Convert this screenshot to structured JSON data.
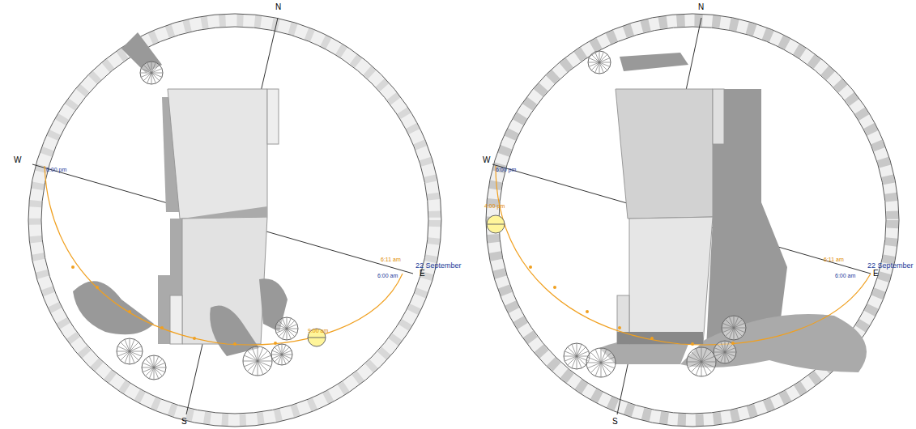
{
  "diagram": {
    "labels": [
      "N",
      "W",
      "S",
      "E",
      "22 September",
      "6:00 am",
      "6:11 am",
      "6:00 pm",
      "9:00 am",
      "N",
      "W",
      "S",
      "E",
      "22 September",
      "6:00 am",
      "6:11 am",
      "6:00 pm",
      "4:00 pm"
    ]
  }
}
